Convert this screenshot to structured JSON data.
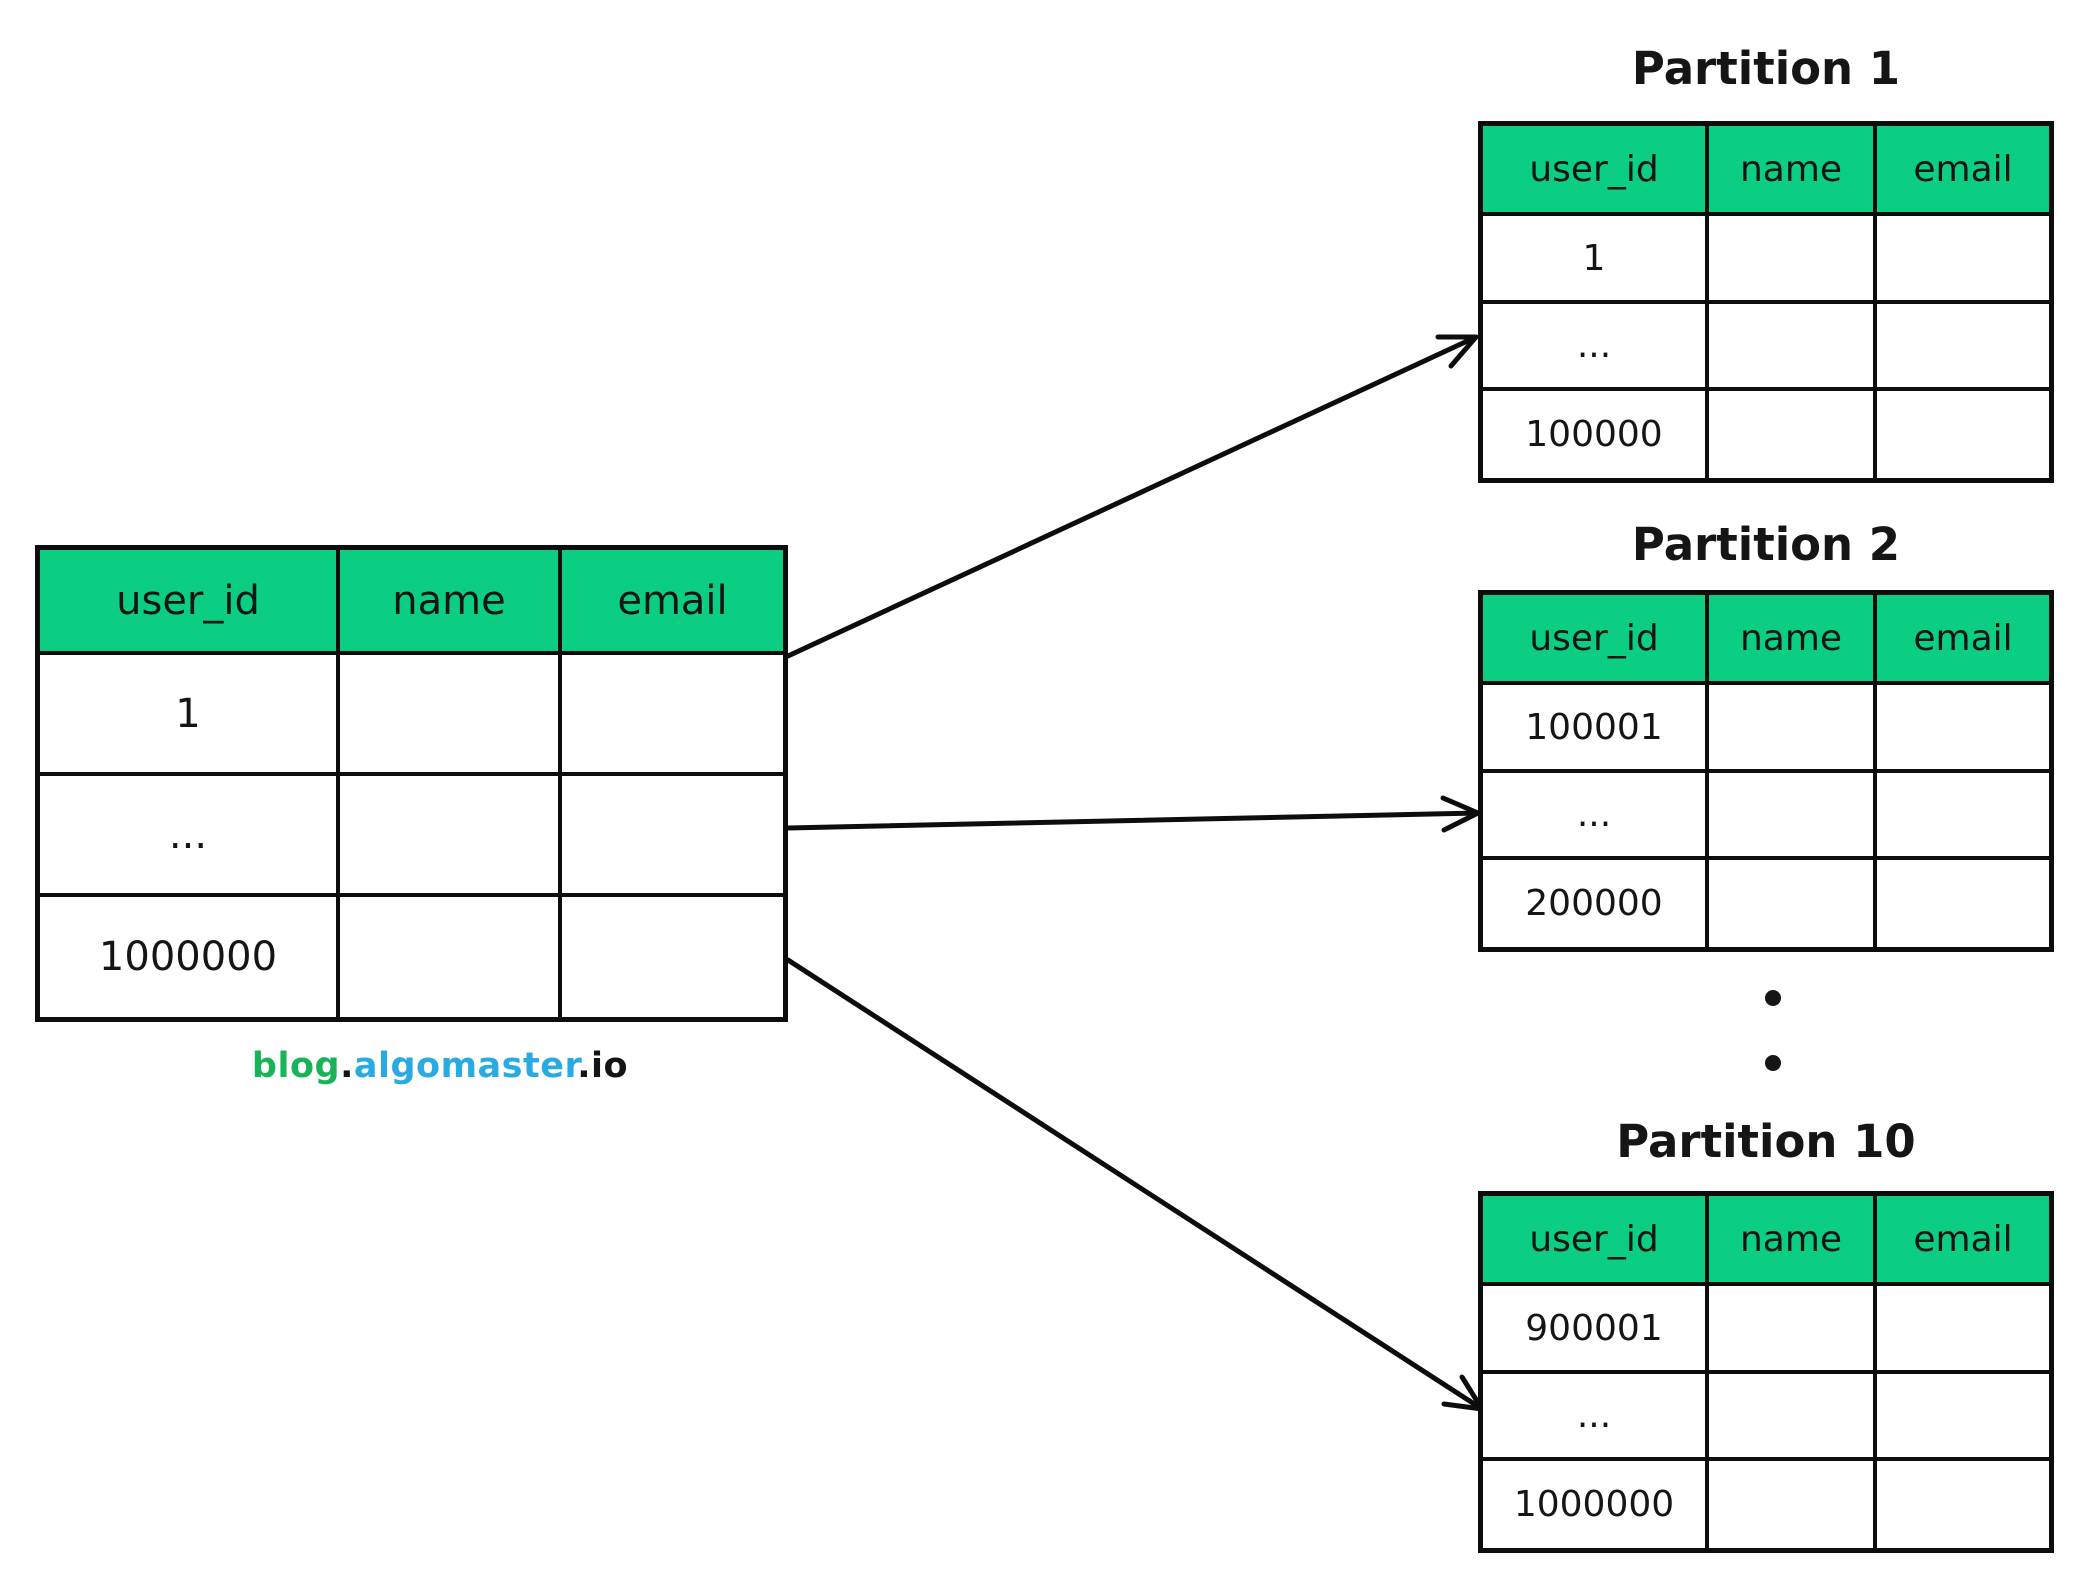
{
  "colors": {
    "table_header_bg": "#0bce83",
    "border_color": "#0d0d0d",
    "text_color": "#151515",
    "watermark_blog": "#19b45a",
    "watermark_algomaster": "#29abe2",
    "watermark_io": "#141414"
  },
  "main_table": {
    "columns": [
      "user_id",
      "name",
      "email"
    ],
    "rows": [
      [
        "1",
        "",
        ""
      ],
      [
        "...",
        "",
        ""
      ],
      [
        "1000000",
        "",
        ""
      ]
    ]
  },
  "partitions": [
    {
      "title": "Partition 1",
      "columns": [
        "user_id",
        "name",
        "email"
      ],
      "rows": [
        [
          "1",
          "",
          ""
        ],
        [
          "...",
          "",
          ""
        ],
        [
          "100000",
          "",
          ""
        ]
      ]
    },
    {
      "title": "Partition 2",
      "columns": [
        "user_id",
        "name",
        "email"
      ],
      "rows": [
        [
          "100001",
          "",
          ""
        ],
        [
          "...",
          "",
          ""
        ],
        [
          "200000",
          "",
          ""
        ]
      ]
    },
    {
      "title": "Partition 10",
      "columns": [
        "user_id",
        "name",
        "email"
      ],
      "rows": [
        [
          "900001",
          "",
          ""
        ],
        [
          "...",
          "",
          ""
        ],
        [
          "1000000",
          "",
          ""
        ]
      ]
    }
  ],
  "watermark": {
    "segments": [
      {
        "text": "blog",
        "color_key": "watermark_blog"
      },
      {
        "text": ".",
        "color_key": "watermark_io"
      },
      {
        "text": "algomaster",
        "color_key": "watermark_algomaster"
      },
      {
        "text": ".",
        "color_key": "watermark_io"
      },
      {
        "text": "io",
        "color_key": "watermark_io"
      }
    ]
  }
}
